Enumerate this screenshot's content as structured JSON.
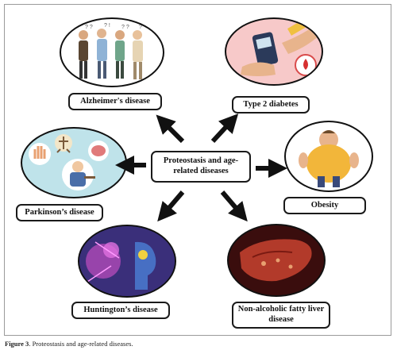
{
  "center": {
    "line1": "Proteostasis and age-",
    "line2": "related diseases"
  },
  "diseases": {
    "alzheimers": "Alzheimer's disease",
    "diabetes": "Type 2 diabetes",
    "obesity": "Obesity",
    "parkinsons": "Parkinson’s disease",
    "huntingtons": "Huntington’s disease",
    "nafld_line1": "Non-alcoholic fatty liver",
    "nafld_line2": "disease"
  },
  "caption": {
    "figure": "Figure 3",
    "text": ". Proteostasis and age-related diseases."
  },
  "colors": {
    "border": "#111111",
    "arrow": "#111111",
    "diabetes_bg": "#f7c9c9",
    "parkinson_bg": "#bfe3ea",
    "huntington_bg": "#2a2f6e",
    "liver_bg": "#3a0d0d"
  }
}
